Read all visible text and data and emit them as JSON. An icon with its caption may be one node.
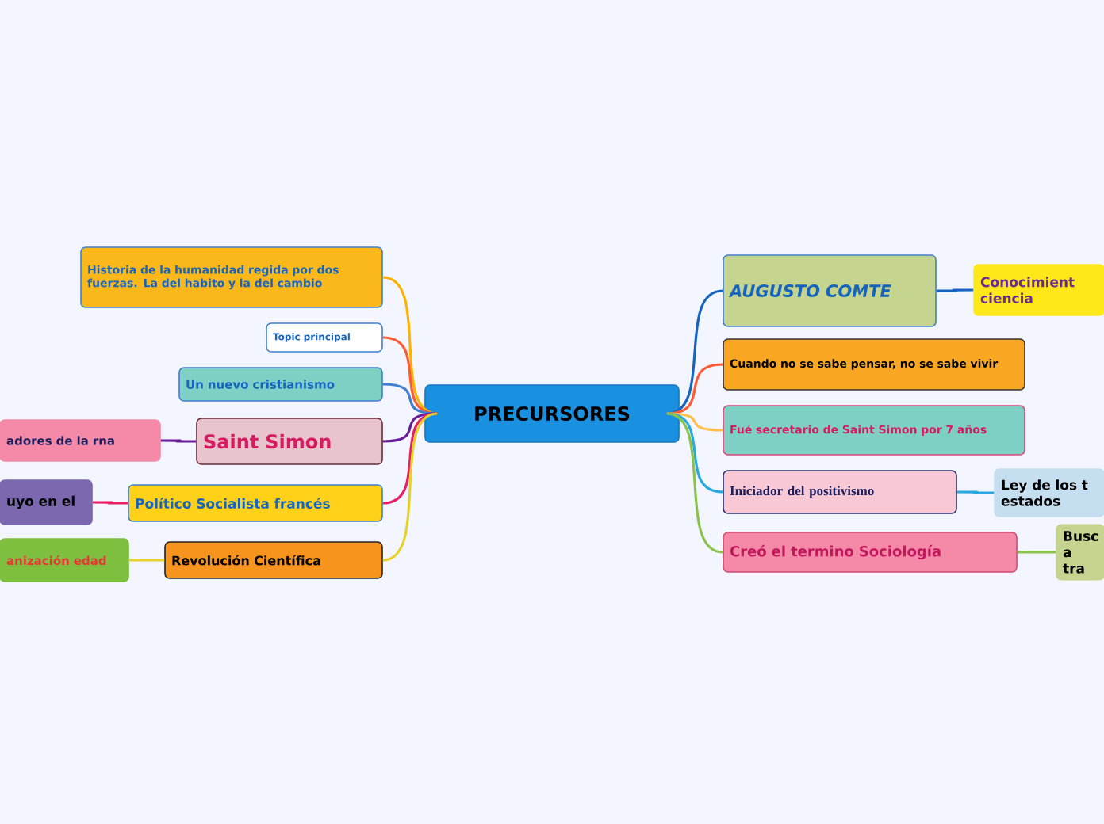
{
  "diagram": {
    "nodes": [
      {
        "text": [
          "PRECURSORES"
        ]
      },
      {
        "text": [
          "AUGUSTO COMTE"
        ]
      },
      {
        "text": [
          "Conocimient ciencia"
        ]
      },
      {
        "text": [
          "Cuando no se sabe pensar, no se sabe vivir"
        ]
      },
      {
        "text": [
          "Fué secretario de Saint Simon por 7 años"
        ]
      },
      {
        "text": [
          "Iniciador del positivismo"
        ]
      },
      {
        "text": [
          "Ley de los t estados"
        ]
      },
      {
        "text": [
          "Creó el termino Sociología"
        ]
      },
      {
        "text": [
          "Busc a tra"
        ]
      },
      {
        "text": [
          "Historia de la humanidad regida por dos fuerzas. La del habito y la del cambio"
        ]
      },
      {
        "text": [
          "Topic principal"
        ]
      },
      {
        "text": [
          "Un nuevo cristianismo"
        ]
      },
      {
        "text": [
          "Saint Simon"
        ]
      },
      {
        "text": [
          "adores de la rna"
        ]
      },
      {
        "text": [
          "Político Socialista francés"
        ]
      },
      {
        "text": [
          "uyo en el"
        ]
      },
      {
        "text": [
          "Revolución  Científica"
        ]
      },
      {
        "text": [
          "anización edad"
        ]
      }
    ],
    "edges": [
      {
        "from": 0,
        "to": 1,
        "arrow": "none",
        "color": "#1565c0"
      },
      {
        "from": 1,
        "to": 2,
        "arrow": "none",
        "color": "#1565c0"
      },
      {
        "from": 0,
        "to": 3,
        "arrow": "none",
        "color": "#ff5a36"
      },
      {
        "from": 0,
        "to": 4,
        "arrow": "none",
        "color": "#ffc04d"
      },
      {
        "from": 0,
        "to": 5,
        "arrow": "none",
        "color": "#29a8e0"
      },
      {
        "from": 5,
        "to": 6,
        "arrow": "none",
        "color": "#29a8e0"
      },
      {
        "from": 0,
        "to": 7,
        "arrow": "none",
        "color": "#8bc34a"
      },
      {
        "from": 7,
        "to": 8,
        "arrow": "none",
        "color": "#8bc34a"
      },
      {
        "from": 0,
        "to": 9,
        "arrow": "none",
        "color": "#ffb300"
      },
      {
        "from": 0,
        "to": 10,
        "arrow": "none",
        "color": "#ff5a36"
      },
      {
        "from": 0,
        "to": 11,
        "arrow": "none",
        "color": "#3f7fd0"
      },
      {
        "from": 0,
        "to": 12,
        "arrow": "none",
        "color": "#6a1b9a"
      },
      {
        "from": 12,
        "to": 13,
        "arrow": "none",
        "color": "#6a1b9a"
      },
      {
        "from": 0,
        "to": 14,
        "arrow": "none",
        "color": "#e91e63"
      },
      {
        "from": 14,
        "to": 15,
        "arrow": "none",
        "color": "#e91e63"
      },
      {
        "from": 0,
        "to": 16,
        "arrow": "none",
        "color": "#e6d22a"
      },
      {
        "from": 16,
        "to": 17,
        "arrow": "none",
        "color": "#e6d22a"
      }
    ]
  }
}
